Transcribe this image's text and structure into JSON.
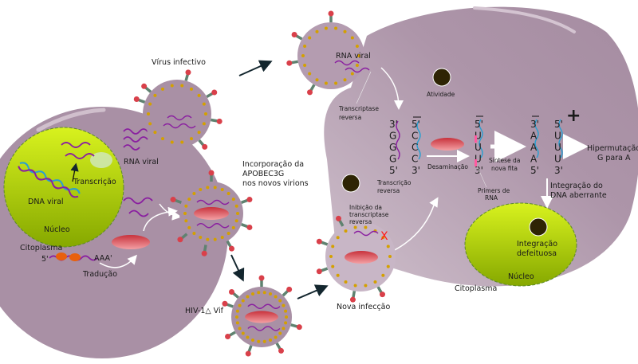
{
  "labels": {
    "virus_infective": "Vírus infectivo",
    "rna_viral_left": "RNA viral",
    "transcription": "Transcrição",
    "dna_viral": "DNA viral",
    "nucleus_left": "Núcleo",
    "cytoplasm_left": "Citoplasma",
    "five_prime": "5'",
    "poly_a": "AAA'",
    "translation": "Tradução",
    "apobec_incorporation": [
      "Incorporação da",
      "APOBEC3G",
      "nos novos virions"
    ],
    "hiv_vif": "HIV-1△  Vif",
    "new_infection": "Nova infecção",
    "rna_viral_right": "RNA viral",
    "reverse_transcriptase": [
      "Transcriptase",
      "reversa"
    ],
    "activity": "Atividade",
    "reverse_transcription": [
      "Transcrição",
      "reversa"
    ],
    "deamination": "Desaminação",
    "rna_primers": [
      "Primers de",
      "RNA"
    ],
    "new_strand_synthesis": [
      "Síntese da",
      "nova fita"
    ],
    "hypermutation": [
      "Hipermutação",
      "G para A"
    ],
    "aberrant_integration": [
      "Integração do",
      "DNA aberrante"
    ],
    "rt_inhibition": [
      "Inibição da",
      "transcriptase",
      "reversa"
    ],
    "defective_integration": [
      "Integração",
      "defeituosa"
    ],
    "nucleus_right": "Núcleo",
    "cytoplasm_right": "Citoplasma",
    "plus_sign": "+",
    "inhibition_mark": "X"
  },
  "sequences": {
    "rna_template": [
      "3'",
      "G",
      "G",
      "G",
      "5'"
    ],
    "cdna": [
      "5'",
      "C",
      "C",
      "C",
      "3'"
    ],
    "deaminated_cdna": [
      "5'",
      "U",
      "U",
      "U",
      "3'"
    ],
    "new_strand": [
      "3'",
      "A",
      "A",
      "A",
      "5'"
    ],
    "mutated_strand": [
      "5'",
      "U",
      "U",
      "U",
      "3'"
    ]
  },
  "colors": {
    "cell": "#a990a5",
    "cell_light": "#c8b6c6",
    "nucleus": "#b5d40c",
    "virus_dot": "#d4a000",
    "spike_stem": "#5f8270",
    "spike_head": "#d9404a",
    "apobec": "#e05a60",
    "rna": "#8a1fa0",
    "dna_blue": "#2a9fd0",
    "arrow_dark": "#13262e",
    "inhibit": "#ff1a1a"
  }
}
